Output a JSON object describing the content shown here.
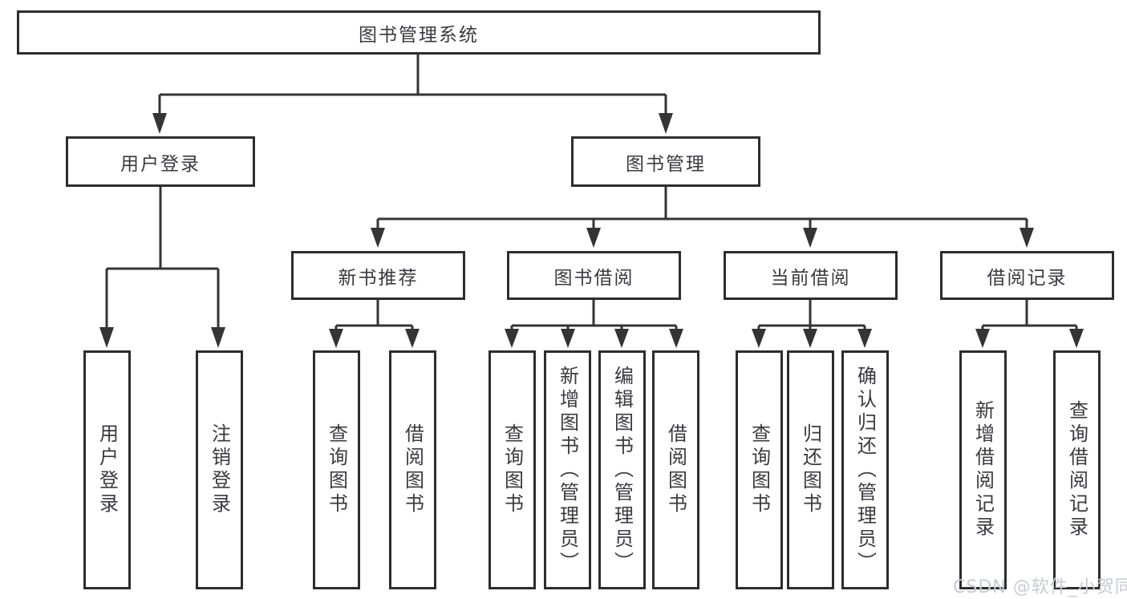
{
  "title": "图书管理系统",
  "branches": {
    "user_login": {
      "label": "用户登录",
      "children": [
        {
          "label": "用户登录"
        },
        {
          "label": "注销登录"
        }
      ]
    },
    "book_management": {
      "label": "图书管理",
      "sections": [
        {
          "label": "新书推荐",
          "children": [
            {
              "label": "查询图书"
            },
            {
              "label": "借阅图书"
            }
          ]
        },
        {
          "label": "图书借阅",
          "children": [
            {
              "label": "查询图书"
            },
            {
              "label": "新增图书（管理员）"
            },
            {
              "label": "编辑图书（管理员）"
            },
            {
              "label": "借阅图书"
            }
          ]
        },
        {
          "label": "当前借阅",
          "children": [
            {
              "label": "查询图书"
            },
            {
              "label": "归还图书"
            },
            {
              "label": "确认归还（管理员）"
            }
          ]
        },
        {
          "label": "借阅记录",
          "children": [
            {
              "label": "新增借阅记录"
            },
            {
              "label": "查询借阅记录"
            }
          ]
        }
      ]
    }
  },
  "watermark": "CSDN @软件_小贺同学",
  "colors": {
    "line": "#343434",
    "box_border": "#2d2d2d",
    "text": "#3a3a40",
    "watermark": "#c9cbd4",
    "background": "#ffffff"
  }
}
